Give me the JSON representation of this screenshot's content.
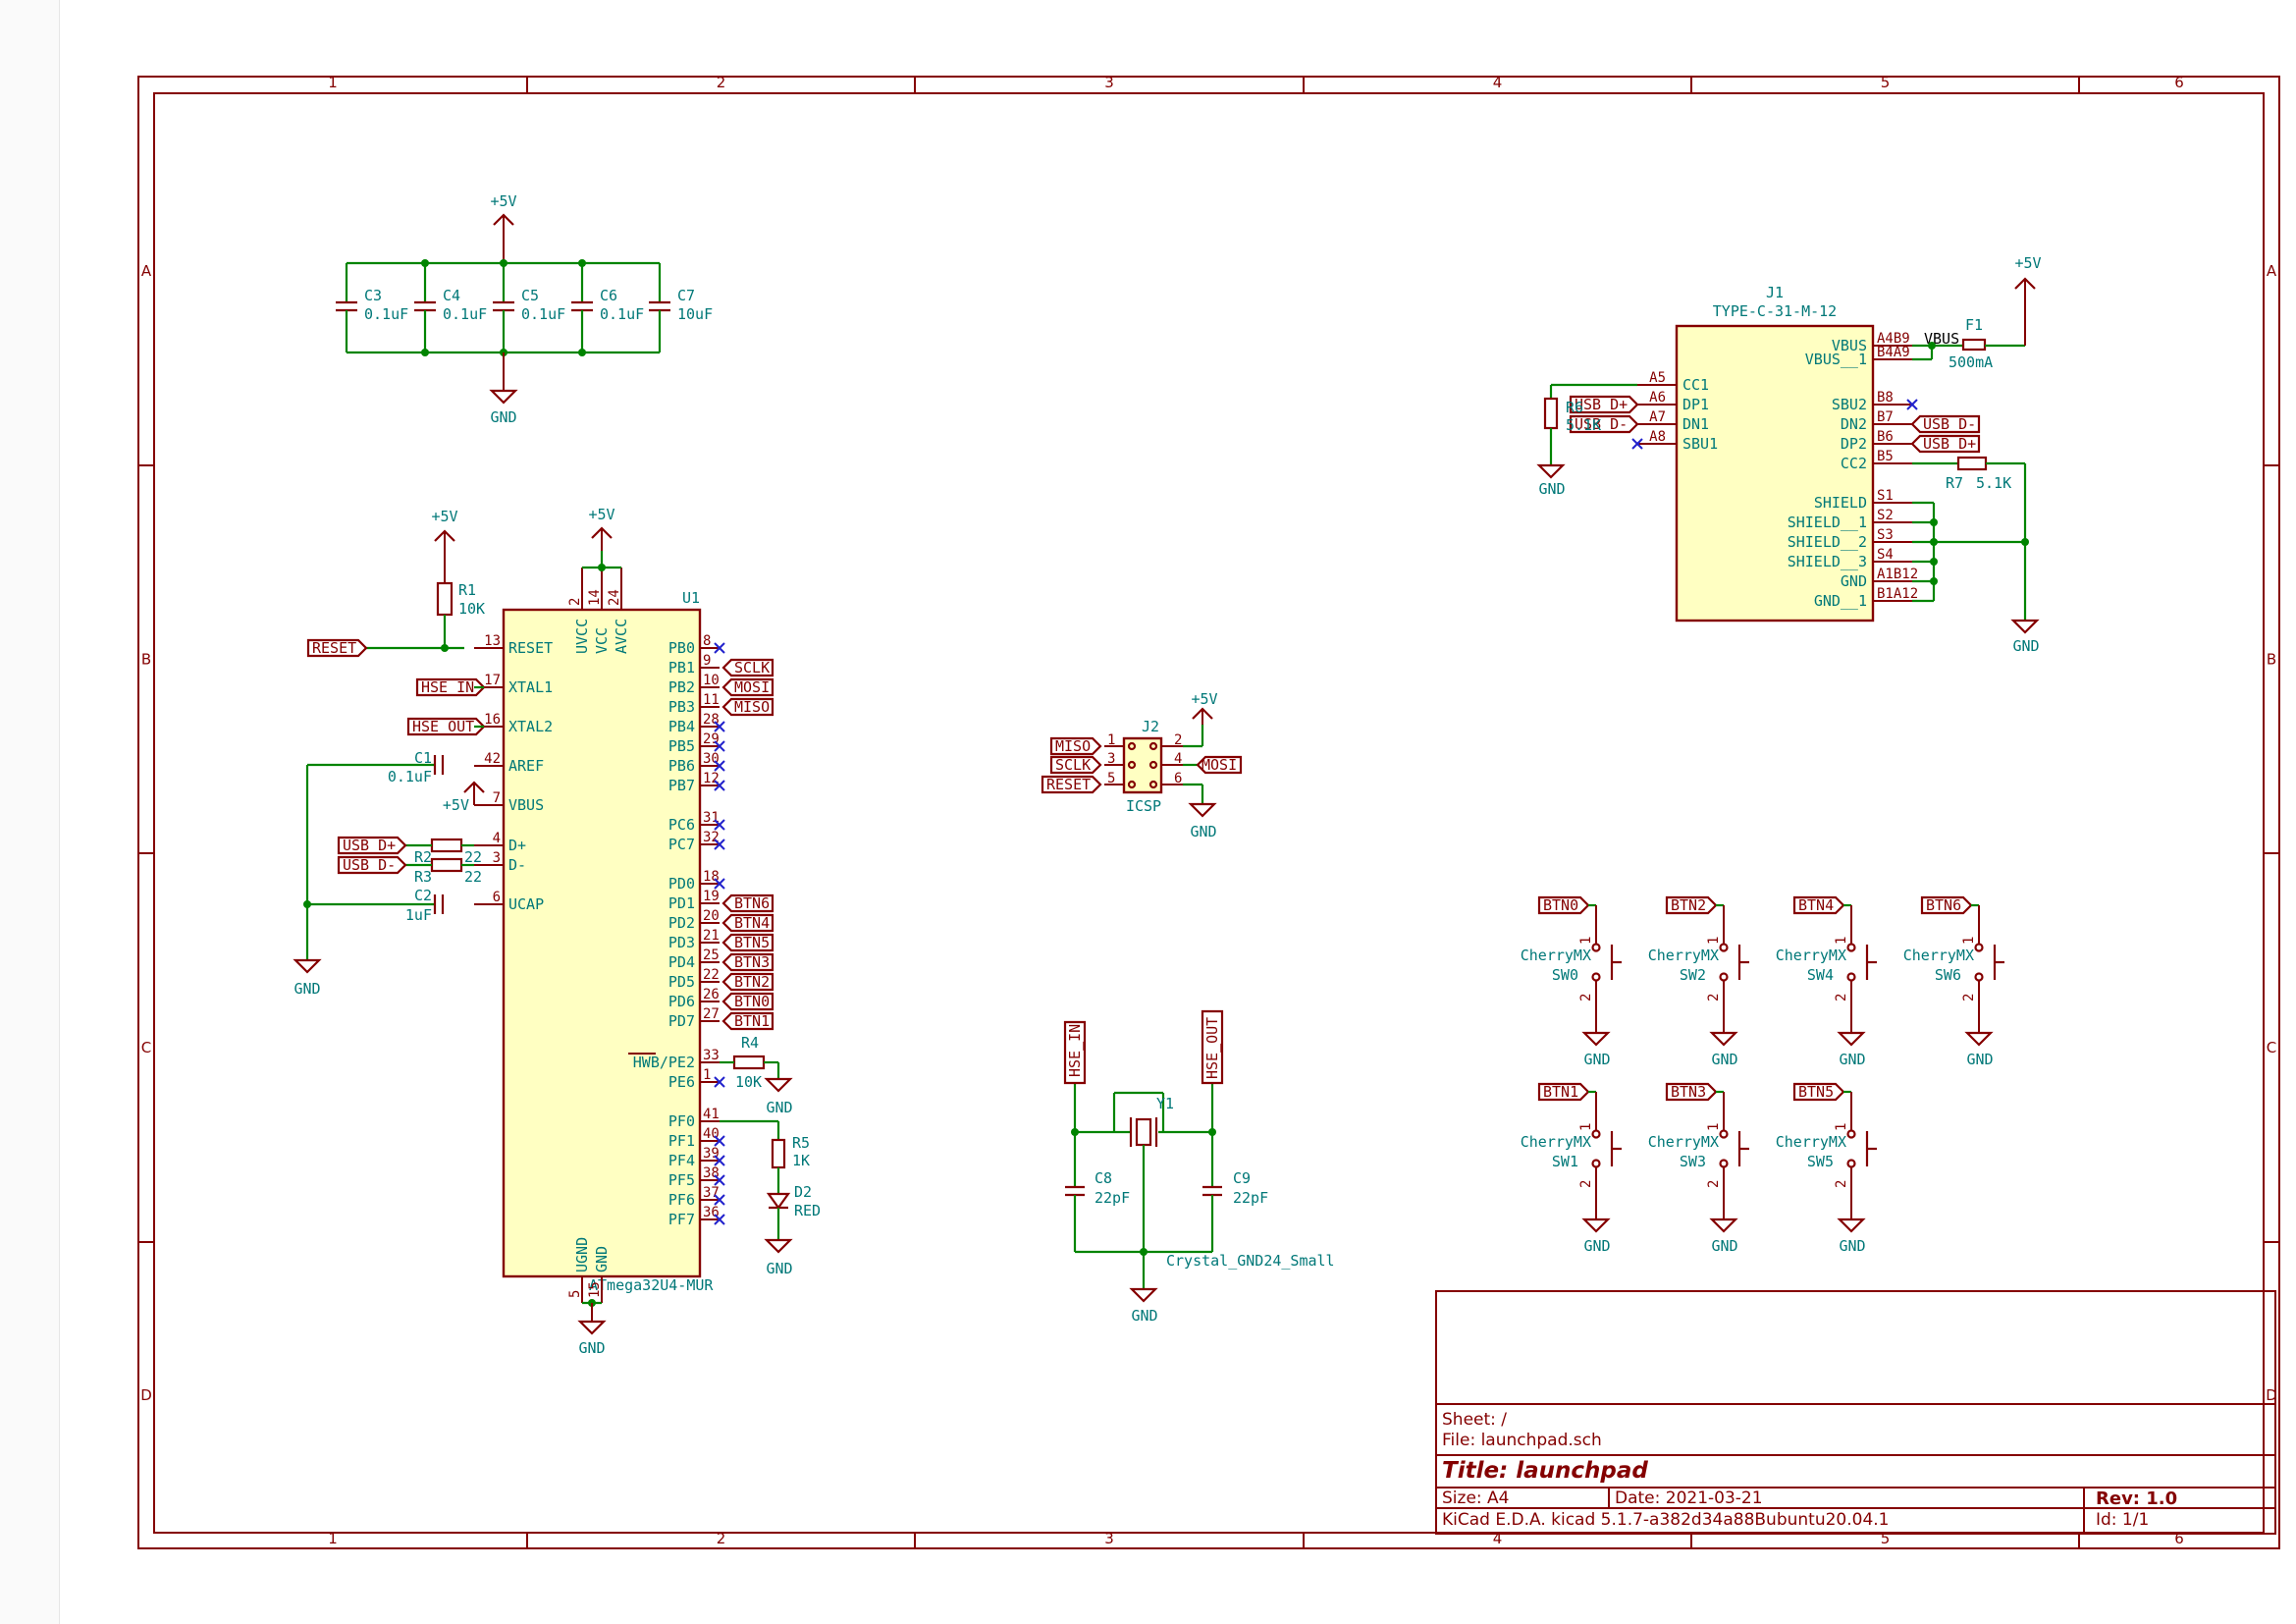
{
  "frame": {
    "columns": [
      "1",
      "2",
      "3",
      "4",
      "5",
      "6"
    ],
    "rows": [
      "A",
      "B",
      "C",
      "D"
    ]
  },
  "title_block": {
    "sheet": "Sheet: /",
    "file": "File: launchpad.sch",
    "title": "Title: launchpad",
    "size": "Size: A4",
    "date": "Date: 2021-03-21",
    "rev": "Rev: 1.0",
    "tool": "KiCad E.D.A.  kicad 5.1.7-a382d34a88Bubuntu20.04.1",
    "id": "Id: 1/1"
  },
  "power": {
    "vcc": "+5V",
    "gnd": "GND"
  },
  "decoupling": {
    "caps": [
      {
        "ref": "C3",
        "value": "0.1uF"
      },
      {
        "ref": "C4",
        "value": "0.1uF"
      },
      {
        "ref": "C5",
        "value": "0.1uF"
      },
      {
        "ref": "C6",
        "value": "0.1uF"
      },
      {
        "ref": "C7",
        "value": "10uF"
      }
    ]
  },
  "mcu": {
    "ref": "U1",
    "value": "ATmega32U4-MUR",
    "left_pins": [
      {
        "num": "13",
        "name": "RESET"
      },
      {
        "num": "17",
        "name": "XTAL1"
      },
      {
        "num": "16",
        "name": "XTAL2"
      },
      {
        "num": "42",
        "name": "AREF"
      },
      {
        "num": "7",
        "name": "VBUS"
      },
      {
        "num": "4",
        "name": "D+"
      },
      {
        "num": "3",
        "name": "D-"
      },
      {
        "num": "6",
        "name": "UCAP"
      }
    ],
    "top_pins": [
      {
        "num": "2",
        "name": "UVCC"
      },
      {
        "num": "14",
        "name": "VCC"
      },
      {
        "num": "24",
        "name": "AVCC"
      }
    ],
    "bottom_pins": [
      {
        "num": "5",
        "name": "UGND"
      },
      {
        "num": "15",
        "name": "GND"
      }
    ],
    "right_pins": [
      {
        "num": "8",
        "name": "PB0",
        "net": ""
      },
      {
        "num": "9",
        "name": "PB1",
        "net": "SCLK"
      },
      {
        "num": "10",
        "name": "PB2",
        "net": "MOSI"
      },
      {
        "num": "11",
        "name": "PB3",
        "net": "MISO"
      },
      {
        "num": "28",
        "name": "PB4",
        "net": ""
      },
      {
        "num": "29",
        "name": "PB5",
        "net": ""
      },
      {
        "num": "30",
        "name": "PB6",
        "net": ""
      },
      {
        "num": "12",
        "name": "PB7",
        "net": ""
      },
      {
        "num": "31",
        "name": "PC6",
        "net": ""
      },
      {
        "num": "32",
        "name": "PC7",
        "net": ""
      },
      {
        "num": "18",
        "name": "PD0",
        "net": ""
      },
      {
        "num": "19",
        "name": "PD1",
        "net": "BTN6"
      },
      {
        "num": "20",
        "name": "PD2",
        "net": "BTN4"
      },
      {
        "num": "21",
        "name": "PD3",
        "net": "BTN5"
      },
      {
        "num": "25",
        "name": "PD4",
        "net": "BTN3"
      },
      {
        "num": "22",
        "name": "PD5",
        "net": "BTN2"
      },
      {
        "num": "26",
        "name": "PD6",
        "net": "BTN0"
      },
      {
        "num": "27",
        "name": "PD7",
        "net": "BTN1"
      },
      {
        "num": "33",
        "name": "HWB/PE2",
        "net": ""
      },
      {
        "num": "1",
        "name": "PE6",
        "net": ""
      },
      {
        "num": "41",
        "name": "PF0",
        "net": ""
      },
      {
        "num": "40",
        "name": "PF1",
        "net": ""
      },
      {
        "num": "39",
        "name": "PF4",
        "net": ""
      },
      {
        "num": "38",
        "name": "PF5",
        "net": ""
      },
      {
        "num": "37",
        "name": "PF6",
        "net": ""
      },
      {
        "num": "36",
        "name": "PF7",
        "net": ""
      }
    ]
  },
  "mcu_support": {
    "r1": {
      "ref": "R1",
      "value": "10K"
    },
    "c1": {
      "ref": "C1",
      "value": "0.1uF"
    },
    "c2": {
      "ref": "C2",
      "value": "1uF"
    },
    "r2": {
      "ref": "R2",
      "value": "22"
    },
    "r3": {
      "ref": "R3",
      "value": "22"
    },
    "r4": {
      "ref": "R4",
      "value": "10K"
    },
    "r5": {
      "ref": "R5",
      "value": "1K"
    },
    "d2": {
      "ref": "D2",
      "value": "RED"
    },
    "labels": {
      "reset": "RESET",
      "hse_in": "HSE_IN",
      "hse_out": "HSE_OUT",
      "usb_dp": "USB_D+",
      "usb_dm": "USB_D-"
    }
  },
  "icsp": {
    "ref": "J2",
    "value": "ICSP",
    "pins": [
      {
        "num": "1",
        "net": "MISO"
      },
      {
        "num": "2",
        "net": "+5V"
      },
      {
        "num": "3",
        "net": "SCLK"
      },
      {
        "num": "4",
        "net": "MOSI"
      },
      {
        "num": "5",
        "net": "RESET"
      },
      {
        "num": "6",
        "net": "GND"
      }
    ]
  },
  "crystal": {
    "ref": "Y1",
    "value": "Crystal_GND24_Small",
    "c8": {
      "ref": "C8",
      "value": "22pF"
    },
    "c9": {
      "ref": "C9",
      "value": "22pF"
    },
    "nets": {
      "in": "HSE_IN",
      "out": "HSE_OUT"
    }
  },
  "usb_connector": {
    "ref": "J1",
    "value": "TYPE-C-31-M-12",
    "left_pins": [
      {
        "num": "A5",
        "name": "CC1"
      },
      {
        "num": "A6",
        "name": "DP1",
        "net": "USB_D+"
      },
      {
        "num": "A7",
        "name": "DN1",
        "net": "USB_D-"
      },
      {
        "num": "A8",
        "name": "SBU1"
      }
    ],
    "right_pins": [
      {
        "num": "A4B9",
        "name": "VBUS"
      },
      {
        "num": "B4A9",
        "name": "VBUS__1"
      },
      {
        "num": "B8",
        "name": "SBU2"
      },
      {
        "num": "B7",
        "name": "DN2",
        "net": "USB_D-"
      },
      {
        "num": "B6",
        "name": "DP2",
        "net": "USB_D+"
      },
      {
        "num": "B5",
        "name": "CC2"
      },
      {
        "num": "S1",
        "name": "SHIELD"
      },
      {
        "num": "S2",
        "name": "SHIELD__1"
      },
      {
        "num": "S3",
        "name": "SHIELD__2"
      },
      {
        "num": "S4",
        "name": "SHIELD__3"
      },
      {
        "num": "A1B12",
        "name": "GND"
      },
      {
        "num": "B1A12",
        "name": "GND__1"
      }
    ],
    "f1": {
      "ref": "F1",
      "value": "500mA"
    },
    "r6": {
      "ref": "R6",
      "value": "5.1K"
    },
    "r7": {
      "ref": "R7",
      "value": "5.1K"
    },
    "vbus_label": "VBUS"
  },
  "switches": [
    {
      "ref": "SW0",
      "value": "CherryMX",
      "net": "BTN0"
    },
    {
      "ref": "SW2",
      "value": "CherryMX",
      "net": "BTN2"
    },
    {
      "ref": "SW4",
      "value": "CherryMX",
      "net": "BTN4"
    },
    {
      "ref": "SW6",
      "value": "CherryMX",
      "net": "BTN6"
    },
    {
      "ref": "SW1",
      "value": "CherryMX",
      "net": "BTN1"
    },
    {
      "ref": "SW3",
      "value": "CherryMX",
      "net": "BTN3"
    },
    {
      "ref": "SW5",
      "value": "CherryMX",
      "net": "BTN5"
    }
  ],
  "switch_pins": [
    "1",
    "2"
  ]
}
